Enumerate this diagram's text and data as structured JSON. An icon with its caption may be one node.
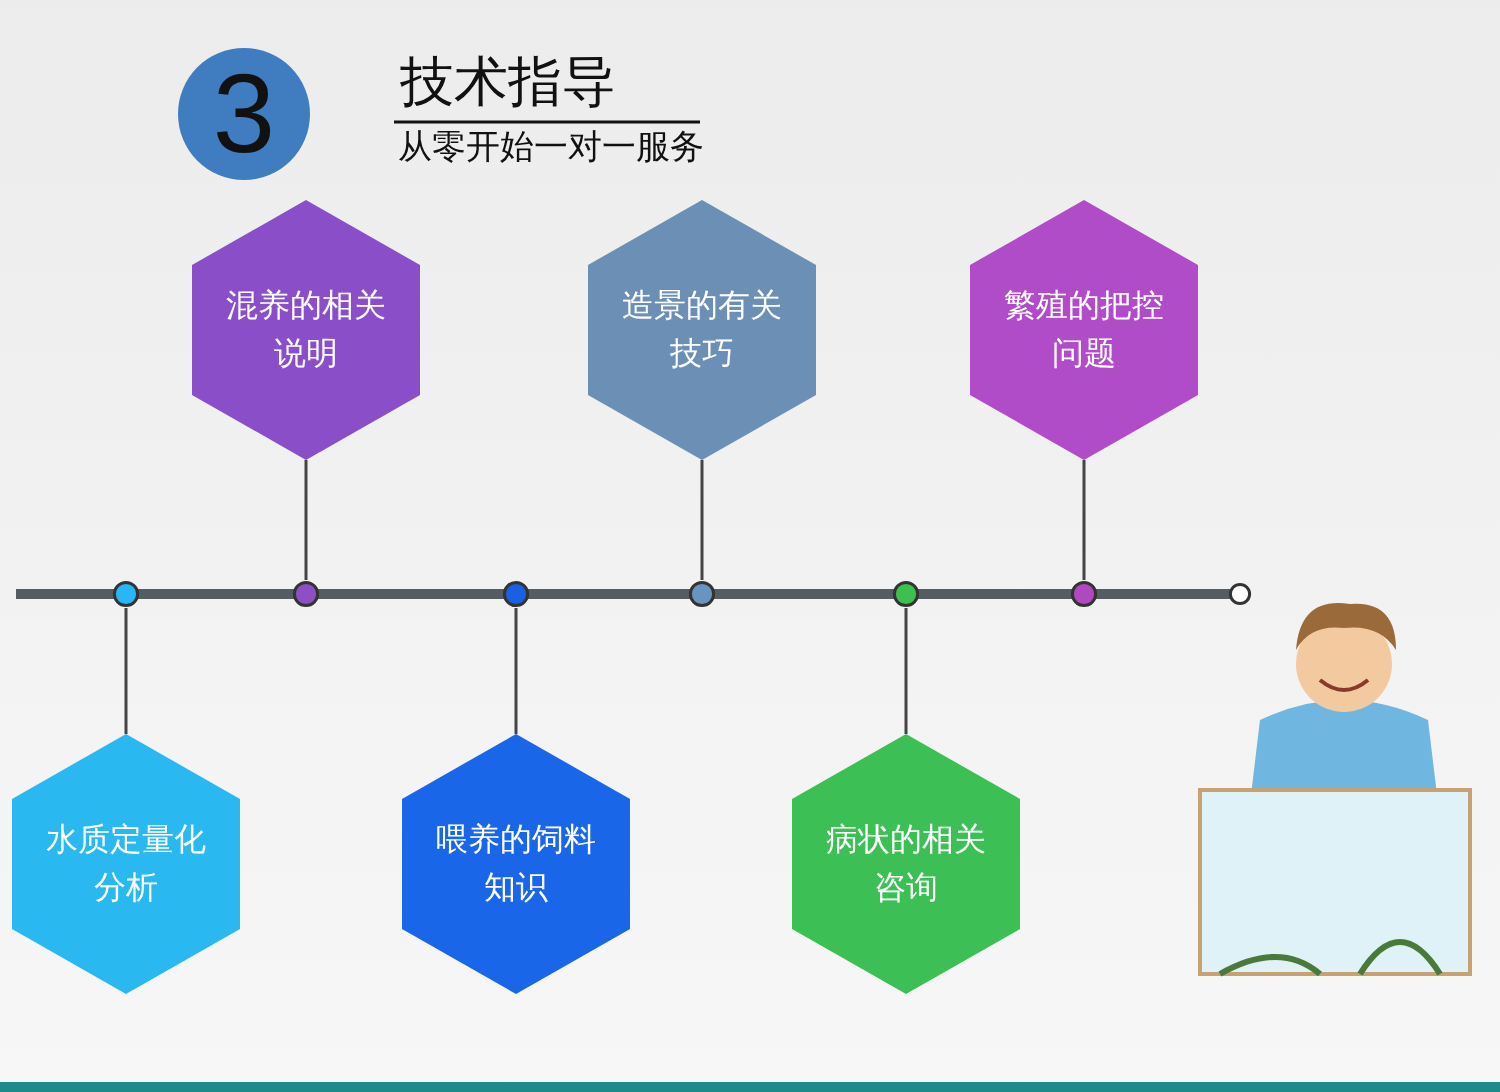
{
  "diagram": {
    "title": "技术指导",
    "nodes": [
      {
        "text": [
          "3"
        ]
      },
      {
        "text": [
          "混养的相关说明"
        ]
      },
      {
        "text": [
          "造景的有关技巧"
        ]
      },
      {
        "text": [
          "繁殖的把控问题"
        ]
      },
      {
        "text": [
          "水质定量化分析"
        ]
      },
      {
        "text": [
          "喂养的饲料知识"
        ]
      },
      {
        "text": [
          "病状的相关咨询"
        ]
      },
      {
        "text": [],
        "shape": "circle"
      },
      {
        "text": [],
        "shape": "circle"
      },
      {
        "text": [],
        "shape": "circle"
      },
      {
        "text": [],
        "shape": "circle"
      },
      {
        "text": [],
        "shape": "circle"
      },
      {
        "text": [],
        "shape": "circle"
      },
      {
        "text": [],
        "shape": "circle"
      }
    ],
    "edges": [
      {
        "from": 1,
        "to": 8,
        "arrow": "none"
      },
      {
        "from": 2,
        "to": 10,
        "arrow": "none"
      },
      {
        "from": 3,
        "to": 12,
        "arrow": "none"
      },
      {
        "from": 7,
        "to": 4,
        "arrow": "none"
      },
      {
        "from": 9,
        "to": 5,
        "arrow": "none"
      },
      {
        "from": 11,
        "to": 6,
        "arrow": "none"
      }
    ],
    "labels": [
      "从零开始一对一服务"
    ]
  }
}
